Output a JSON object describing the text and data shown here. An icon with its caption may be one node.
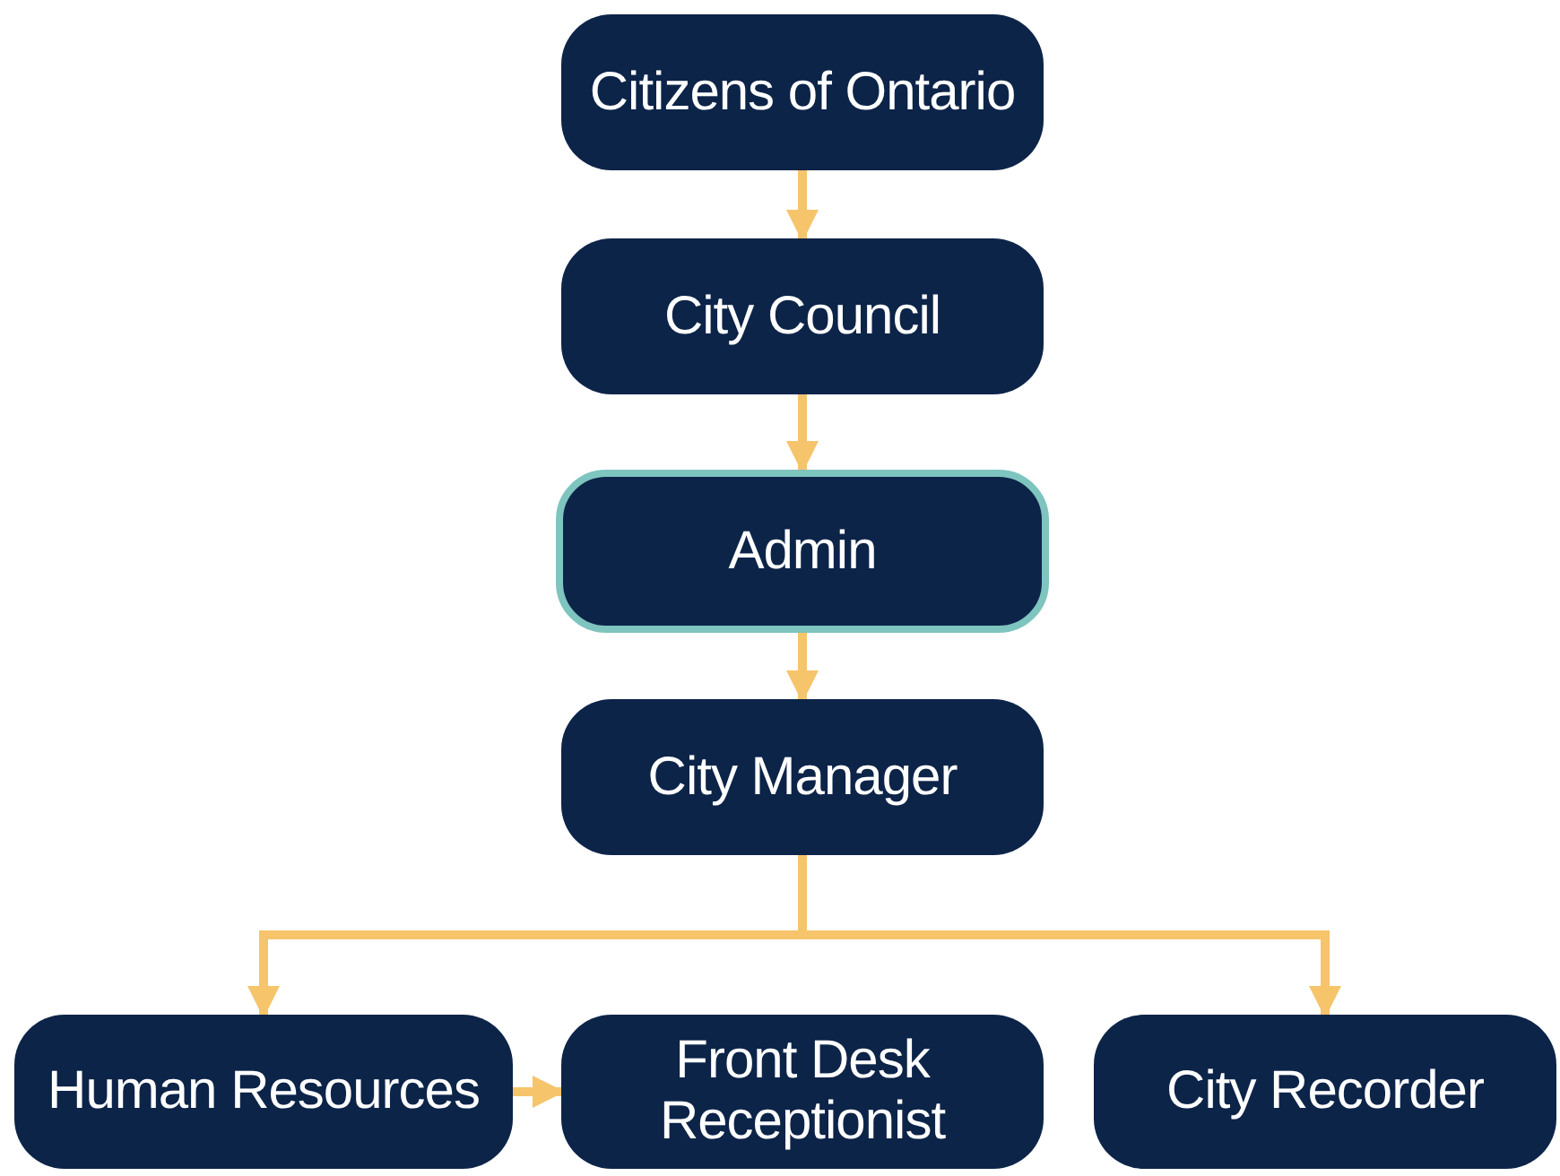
{
  "diagram": {
    "nodes": [
      {
        "text": [
          "Citizens of Ontario"
        ]
      },
      {
        "text": [
          "City Council"
        ]
      },
      {
        "text": [
          "Admin"
        ]
      },
      {
        "text": [
          "City Manager"
        ]
      },
      {
        "text": [
          "Human Resources"
        ]
      },
      {
        "text": [
          "Front Desk Receptionist"
        ]
      },
      {
        "text": [
          "City Recorder"
        ]
      }
    ],
    "edges": [
      {
        "from": 0,
        "to": 1,
        "arrow": "to"
      },
      {
        "from": 1,
        "to": 2,
        "arrow": "to"
      },
      {
        "from": 2,
        "to": 3,
        "arrow": "to"
      },
      {
        "from": 3,
        "to": 4,
        "arrow": "to"
      },
      {
        "from": 3,
        "to": 6,
        "arrow": "to"
      },
      {
        "from": 4,
        "to": 5,
        "arrow": "to"
      }
    ]
  }
}
